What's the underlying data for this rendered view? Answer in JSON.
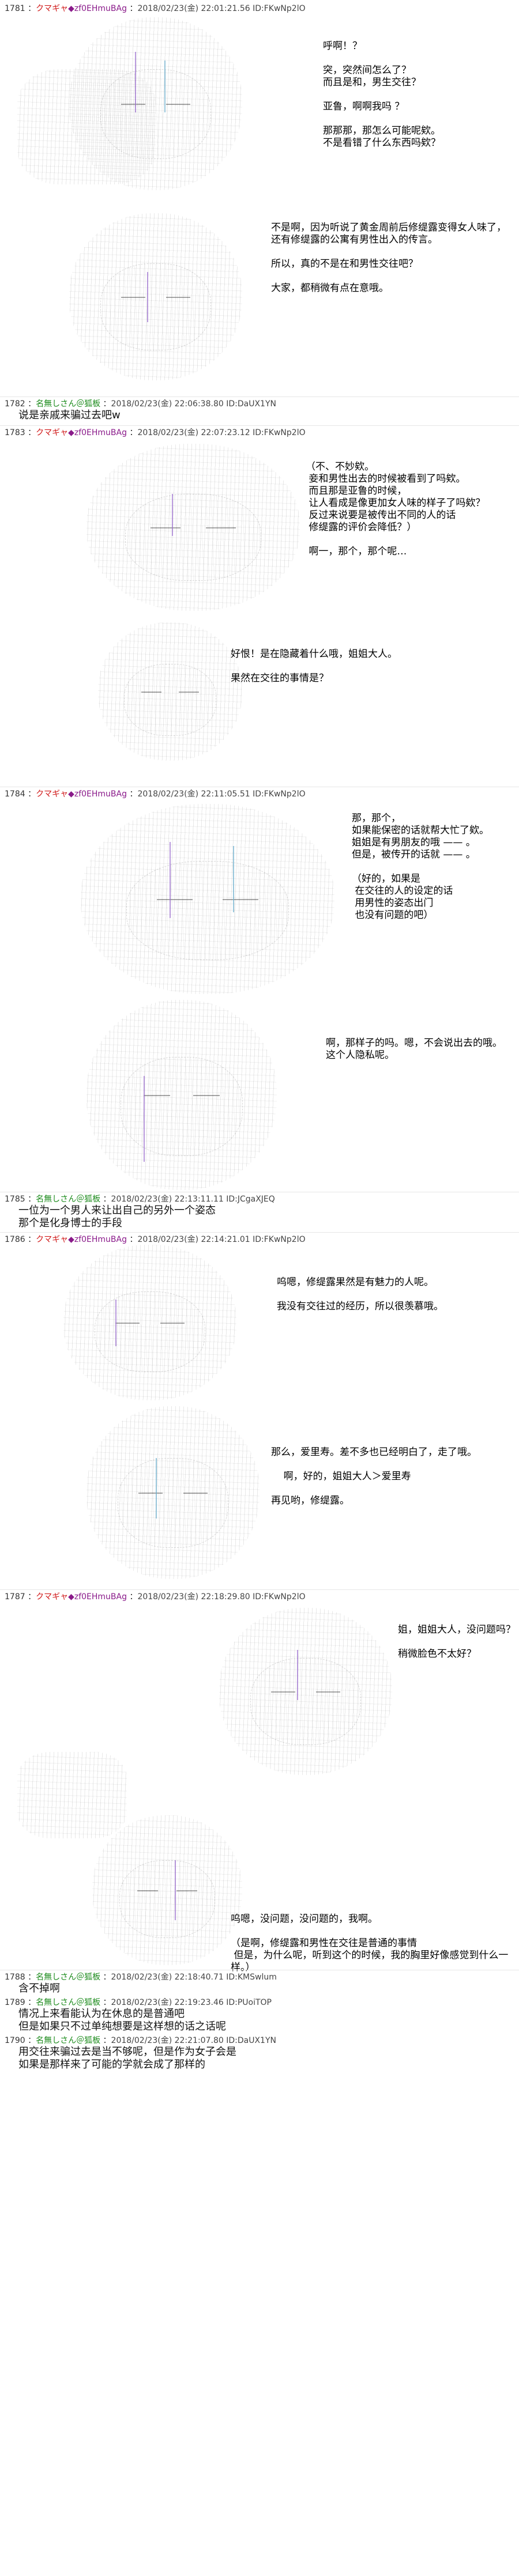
{
  "posts": [
    {
      "header": {
        "num": "1781",
        "name": "クマギャ",
        "trip": "◆zf0EHmuBAg",
        "date": "2018/02/23(金) 22:01:21.56",
        "id": "ID:FKwNp2lO"
      },
      "dialog_a": "呼啊！？\n\n突，突然间怎么了？\n而且是和，男生交往？\n\n亚鲁，啊啊我吗 ？\n\n那那那，那怎么可能呢欸。\n不是看错了什么东西吗欸？",
      "dialog_b": "不是啊，因为听说了黄金周前后修缇露变得女人味了，\n还有修缇露的公寓有男性出入的传言。\n\n所以，真的不是在和男性交往吧？\n\n大家，都稍微有点在意哦。"
    },
    {
      "header": {
        "num": "1782",
        "name": "名無しさん＠狐板",
        "trip": "",
        "date": "2018/02/23(金) 22:06:38.80",
        "id": "ID:DaUX1YN"
      },
      "body": "说是亲戚来骗过去吧w"
    },
    {
      "header": {
        "num": "1783",
        "name": "クマギャ",
        "trip": "◆zf0EHmuBAg",
        "date": "2018/02/23(金) 22:07:23.12",
        "id": "ID:FKwNp2lO"
      },
      "dialog_a": "（不、不妙欸。\n 妾和男性出去的时候被看到了吗欸。\n 而且那是亚鲁的时候，\n 让人看成是像更加女人味的样子了吗欸？\n 反过来说要是被传出不同的人的话\n 修缇露的评价会降低？）\n\n 啊一，那个，那个呢…",
      "dialog_b": "好恨！是在隐藏着什么哦，姐姐大人。\n\n果然在交往的事情是？"
    },
    {
      "header": {
        "num": "1784",
        "name": "クマギャ",
        "trip": "◆zf0EHmuBAg",
        "date": "2018/02/23(金) 22:11:05.51",
        "id": "ID:FKwNp2lO"
      },
      "dialog_a": "那，那个，\n如果能保密的话就帮大忙了欸。\n姐姐是有男朋友的哦 —— 。\n但是，被传开的话就 —— 。\n\n（好的，如果是\n 在交往的人的设定的话\n 用男性的姿态出门\n 也没有问题的吧）",
      "dialog_b": "啊，那样子的吗。嗯，不会说出去的哦。\n这个人隐私呢。"
    },
    {
      "header": {
        "num": "1785",
        "name": "名無しさん＠狐板",
        "trip": "",
        "date": "2018/02/23(金) 22:13:11.11",
        "id": "ID:JCgaXJEQ"
      },
      "body": "一位为一个男人来让出自己的另外一个姿态\n那个是化身博士的手段"
    },
    {
      "header": {
        "num": "1786",
        "name": "クマギャ",
        "trip": "◆zf0EHmuBAg",
        "date": "2018/02/23(金) 22:14:21.01",
        "id": "ID:FKwNp2lO"
      },
      "dialog_a": "呜嗯，修缇露果然是有魅力的人呢。\n\n我没有交往过的经历，所以很羡慕哦。",
      "dialog_b": "那么，爱里寿。差不多也已经明白了，走了哦。\n\n    啊，好的，姐姐大人＞爱里寿\n\n再见哟，修缇露。"
    },
    {
      "header": {
        "num": "1787",
        "name": "クマギャ",
        "trip": "◆zf0EHmuBAg",
        "date": "2018/02/23(金) 22:18:29.80",
        "id": "ID:FKwNp2lO"
      },
      "dialog_a": "姐，姐姐大人，没问题吗？\n\n稍微脸色不太好？",
      "dialog_b": "呜嗯，没问题，没问题的，我啊。\n\n（是啊，修缇露和男性在交往是普通的事情\n 但是，为什么呢，听到这个的时候，我的胸里好像感觉到什么一样。）"
    },
    {
      "header": {
        "num": "1788",
        "name": "名無しさん＠狐板",
        "trip": "",
        "date": "2018/02/23(金) 22:18:40.71",
        "id": "ID:KMSwlum"
      },
      "body": "含不掉啊"
    },
    {
      "header": {
        "num": "1789",
        "name": "名無しさん＠狐板",
        "trip": "",
        "date": "2018/02/23(金) 22:19:23.46",
        "id": "ID:PUoiTOP"
      },
      "body": "情况上来看能认为在休息的是普通吧\n但是如果只不过单纯想要是这样想的话之话呢"
    },
    {
      "header": {
        "num": "1790",
        "name": "名無しさん＠狐板",
        "trip": "",
        "date": "2018/02/23(金) 22:21:07.80",
        "id": "ID:DaUX1YN"
      },
      "body": "用交往来骗过去是当不够呢，但是作为女子会是\n如果是那样来了可能的学就会成了那样的"
    }
  ]
}
